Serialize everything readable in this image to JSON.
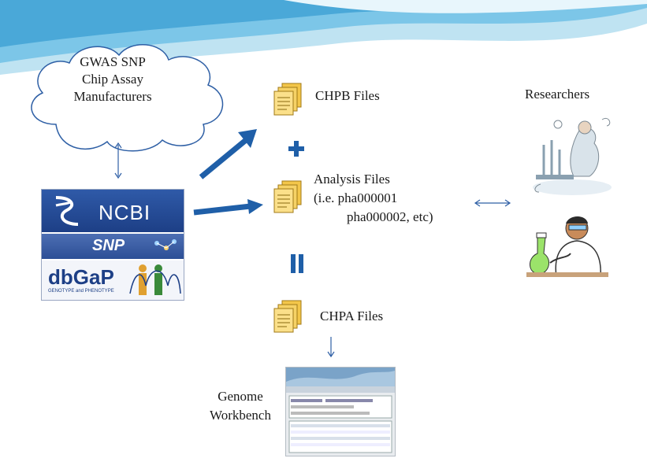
{
  "cloud": {
    "lines": [
      "GWAS SNP",
      "Chip Assay",
      "Manufacturers"
    ]
  },
  "files": {
    "chpb": "CHPB Files",
    "analysis": [
      "Analysis Files",
      "(i.e. pha000001",
      "pha000002, etc)"
    ],
    "chpa": "CHPA Files"
  },
  "researchers": "Researchers",
  "genome_workbench": [
    "Genome",
    "Workbench"
  ],
  "ncbi_logo": {
    "ncbi": "NCBI",
    "snp": "SNP",
    "dbgap": "dbGaP",
    "dbgap_sub": "GENOTYPE and PHENOTYPE"
  },
  "colors": {
    "arrow_blue": "#1f5fa8",
    "cloud_stroke": "#2e5fa5",
    "header_blue": "#5bb7e0"
  },
  "icons": [
    "file-stack-icon",
    "plus-icon",
    "equals-icon",
    "researcher-icon",
    "scientist-icon"
  ]
}
